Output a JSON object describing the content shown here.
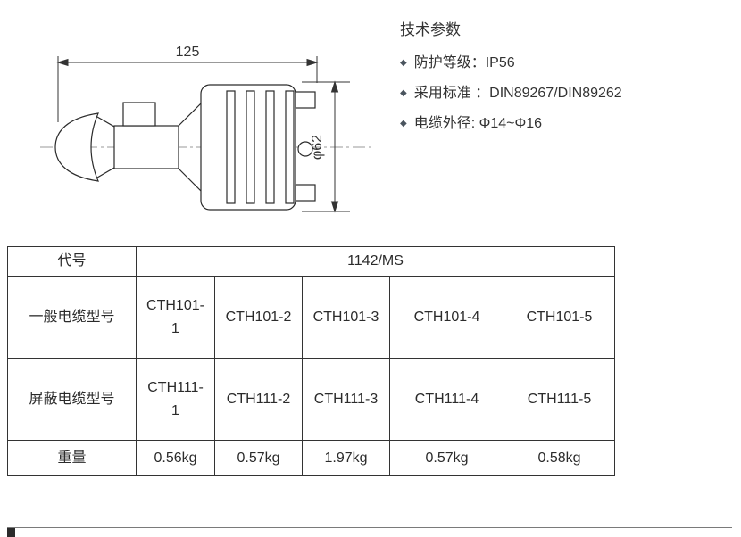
{
  "drawing": {
    "length_dim": "125",
    "diameter_dim": "φ62"
  },
  "specs": {
    "title": "技术参数",
    "bullet": "◆",
    "items": [
      {
        "text": "防护等级：IP56"
      },
      {
        "text": "采用标准 ：DIN89267/DIN89262"
      },
      {
        "text": "电缆外径: Φ14~Φ16"
      }
    ]
  },
  "table": {
    "code_label": "代号",
    "code_value": "1142/MS",
    "rows": [
      {
        "label": "一般电缆型号",
        "values": [
          "CTH101-1",
          "CTH101-2",
          "CTH101-3",
          "CTH101-4",
          "CTH101-5"
        ]
      },
      {
        "label": "屏蔽电缆型号",
        "values": [
          "CTH111-1",
          "CTH111-2",
          "CTH111-3",
          "CTH111-4",
          "CTH111-5"
        ]
      },
      {
        "label": "重量",
        "values": [
          "0.56kg",
          "0.57kg",
          "1.97kg",
          "0.57kg",
          "0.58kg"
        ]
      }
    ]
  }
}
